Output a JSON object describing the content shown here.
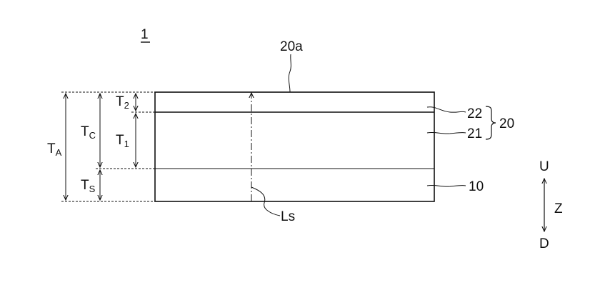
{
  "figure": {
    "number": "1"
  },
  "labels": {
    "top_surface": "20a",
    "layer_22": "22",
    "layer_21": "21",
    "layer_10": "10",
    "group_20": "20",
    "line_ls": "Ls"
  },
  "dimensions": {
    "ta": {
      "main": "T",
      "sub": "A"
    },
    "tc": {
      "main": "T",
      "sub": "C"
    },
    "ts": {
      "main": "T",
      "sub": "S"
    },
    "t1": {
      "main": "T",
      "sub": "1"
    },
    "t2": {
      "main": "T",
      "sub": "2"
    }
  },
  "direction": {
    "up": "U",
    "down": "D",
    "axis": "Z"
  }
}
